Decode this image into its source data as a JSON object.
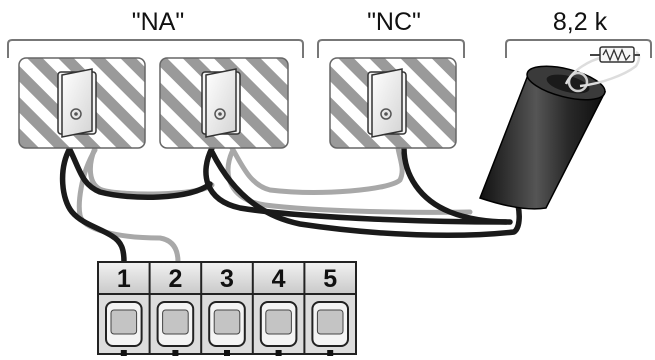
{
  "labels": {
    "no_group": "\"NA\"",
    "nc_group": "\"NC\"",
    "resistor": "8,2 k"
  },
  "terminal_block": {
    "terminals": [
      "1",
      "2",
      "3",
      "4",
      "5"
    ]
  },
  "colors": {
    "wire_dark": "#1a1a1a",
    "wire_light": "#a8a8a8",
    "hatch_stripe": "#9a9a9a",
    "bracket": "#777777"
  },
  "icons": {
    "switch": "door-contact-switch-icon",
    "resistor": "resistor-icon",
    "cylinder": "end-of-line-resistor-housing-icon",
    "terminal": "screw-terminal-icon"
  }
}
